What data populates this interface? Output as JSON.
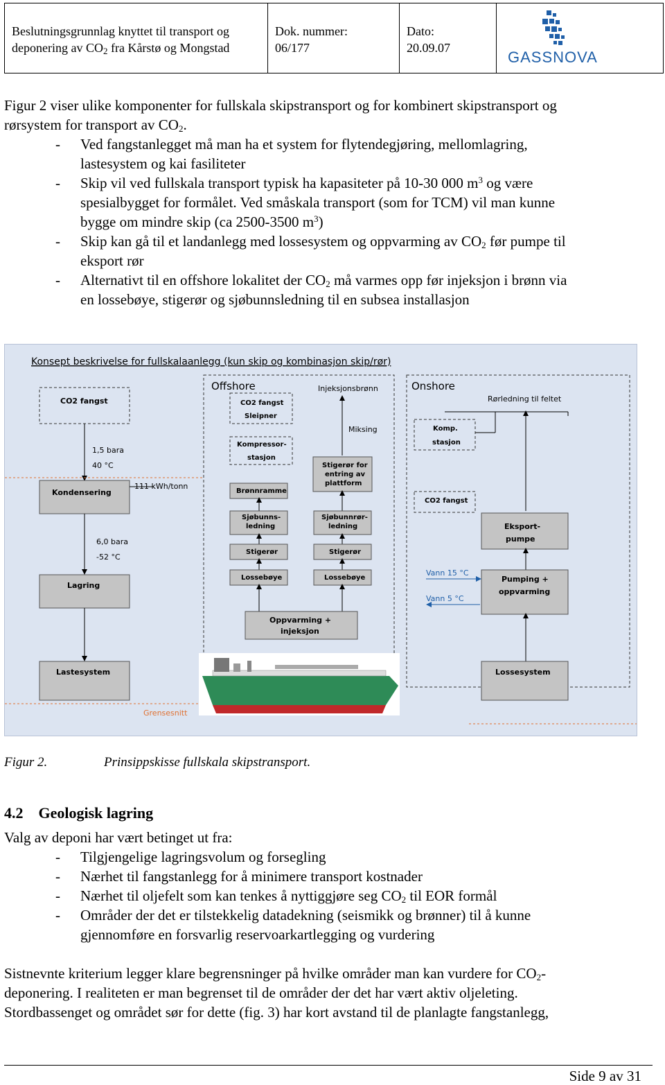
{
  "header": {
    "title_line1": "Beslutningsgrunnlag knyttet til transport og",
    "title_line2_pre": "deponering av CO",
    "title_line2_sub": "2",
    "title_line2_post": " fra Kårstø og Mongstad",
    "doc_label": "Dok. nummer:",
    "doc_value": "06/177",
    "date_label": "Dato:",
    "date_value": "20.09.07",
    "logo_text": "GASSNOVA"
  },
  "intro": {
    "line1": "Figur 2 viser ulike komponenter for fullskala skipstransport og for kombinert skipstransport og",
    "line2_pre": "rørsystem for transport av CO",
    "line2_sub": "2",
    "line2_post": "."
  },
  "bullets1": [
    {
      "dash": "-",
      "l1": "Ved fangstanlegget må man ha et system for flytendegjøring, mellomlagring,",
      "l2": "lastesystem og kai fasiliteter"
    },
    {
      "dash": "-",
      "l1_pre": "Skip vil ved fullskala transport typisk ha kapasiteter på 10-30 000 m",
      "l1_sup": "3",
      "l1_post": " og være",
      "l2": "spesialbygget for formålet. Ved småskala transport (som for TCM) vil man kunne",
      "l3_pre": "bygge om mindre skip (ca 2500-3500 m",
      "l3_sup": "3",
      "l3_post": ")"
    },
    {
      "dash": "-",
      "l1_pre": "Skip kan gå til et landanlegg med lossesystem og oppvarming av CO",
      "l1_sub": "2",
      "l1_post": " før pumpe til",
      "l2": "eksport rør"
    },
    {
      "dash": "-",
      "l1_pre": "Alternativt til en offshore lokalitet der CO",
      "l1_sub": "2",
      "l1_post": " må varmes opp før injeksjon i brønn via",
      "l2": "en lossebøye, stigerør og sjøbunnsledning til en subsea installasjon"
    }
  ],
  "figure": {
    "title": "Konsept beskrivelse for fullskalaanlegg (kun skip og kombinasjon skip/rør)",
    "co2_fangst": "CO2 fangst",
    "p1": "1,5 bara",
    "t1": "40 °C",
    "energy": "111 kWh/tonn",
    "kondensering": "Kondensering",
    "p2": "6,0 bara",
    "t2": "-52 °C",
    "lagring": "Lagring",
    "lastesystem": "Lastesystem",
    "grensesnitt": "Grensesnitt",
    "offshore": "Offshore",
    "injeksjonsbronn": "Injeksjonsbrønn",
    "miksing": "Miksing",
    "sleipner_l1": "CO2 fangst",
    "sleipner_l2": "Sleipner",
    "kompressor_l1": "Kompressor-",
    "kompressor_l2": "stasjon",
    "stigeror_entring_l1": "Stigerør for",
    "stigeror_entring_l2": "entring av",
    "stigeror_entring_l3": "plattform",
    "bronnramme": "Brønnramme",
    "sjobunns_l1": "Sjøbunns-",
    "sjobunns_l2": "ledning",
    "sjobunnror_l1": "Sjøbunnrør-",
    "sjobunnror_l2": "ledning",
    "stigeror_a": "Stigerør",
    "stigeror_b": "Stigerør",
    "lossebove_a": "Lossebøye",
    "lossebove_b": "Lossebøye",
    "oppvarming_l1": "Oppvarming +",
    "oppvarming_l2": "injeksjon",
    "onshore": "Onshore",
    "rorledning": "Rørledning til feltet",
    "komp_l1": "Komp.",
    "komp_l2": "stasjon",
    "co2_fangst_on": "CO2 fangst",
    "eksport_l1": "Eksport-",
    "eksport_l2": "pumpe",
    "vann15": "Vann 15 °C",
    "vann5": "Vann 5 °C",
    "pumping_l1": "Pumping +",
    "pumping_l2": "oppvarming",
    "lossesystem": "Lossesystem"
  },
  "caption": {
    "label": "Figur 2.",
    "text": "Prinsippskisse fullskala skipstransport."
  },
  "section": {
    "number": "4.2",
    "title": "Geologisk lagring"
  },
  "section_intro": "Valg av deponi har vært betinget ut fra:",
  "bullets2": [
    {
      "dash": "-",
      "text": "Tilgjengelige lagringsvolum og forsegling"
    },
    {
      "dash": "-",
      "text": "Nærhet til fangstanlegg for å minimere transport kostnader"
    },
    {
      "dash": "-",
      "pre": "Nærhet til oljefelt som kan tenkes å nyttiggjøre seg CO",
      "sub": "2",
      "post": " til EOR formål"
    },
    {
      "dash": "-",
      "l1": "Områder der det er tilstekkelig datadekning (seismikk og brønner) til å kunne",
      "l2": "gjennomføre en forsvarlig reservoarkartlegging og vurdering"
    }
  ],
  "closing": {
    "l1_pre": "Sistnevnte kriterium legger klare begrensninger på hvilke områder man kan vurdere for CO",
    "l1_sub": "2",
    "l1_post": "-",
    "l2": "deponering. I realiteten er man begrenset til de områder der det har vært aktiv oljeleting.",
    "l3": "Stordbassenget og området sør for dette (fig. 3) har kort avstand til de planlagte fangstanlegg,"
  },
  "footer": {
    "page": "Side 9 av 31"
  },
  "colors": {
    "logo_blue": "#1f5fa8",
    "figure_bg": "#dce4f1",
    "box_gray": "#c4c4c4",
    "interface_orange": "#e07030",
    "water_blue": "#1f5fa8"
  }
}
